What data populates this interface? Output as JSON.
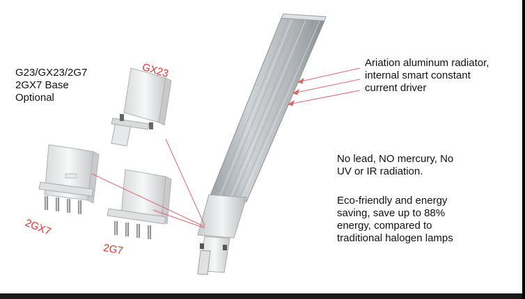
{
  "left_caption": "G23/GX23/2G7\n2GX7 Base\nOptional",
  "labels": {
    "gx23": "GX23",
    "twogx7": "2GX7",
    "twog7": "2G7"
  },
  "radiator_text": "Ariation aluminum radiator,\ninternal smart constant\ncurrent driver",
  "safety_text": "No lead, NO mercury, No\nUV or IR radiation.",
  "eco_text": "Eco-friendly and energy\nsaving, save up to 88%\nenergy, compared to\ntraditional halogen lamps",
  "colors": {
    "annotation_red": "#e0322f",
    "pointer_line": "#d96a6a",
    "text": "#111111"
  }
}
